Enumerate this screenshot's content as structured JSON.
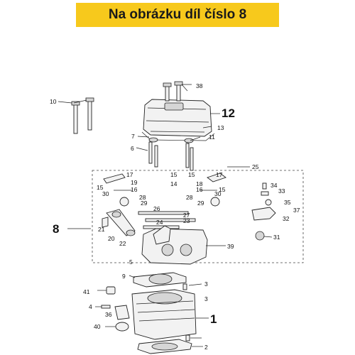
{
  "banner": {
    "text": "Na obrázku díl číslo 8",
    "color": "#f7c91c"
  },
  "highlighted_part": "8",
  "callouts": {
    "n38": "38",
    "n10": "10",
    "n12": "12",
    "n13": "13",
    "n7": "7",
    "n11": "11",
    "n6": "6",
    "n25": "25",
    "n17a": "17",
    "n15a": "15",
    "n15b": "15",
    "n17b": "17",
    "n19": "19",
    "n14": "14",
    "n18": "18",
    "n34": "34",
    "n16a": "16",
    "n16b": "16",
    "n30a": "30",
    "n30b": "30",
    "n33": "33",
    "n28a": "28",
    "n28b": "28",
    "n29a": "29",
    "n29b": "29",
    "n35": "35",
    "n26": "26",
    "n37": "37",
    "n32": "32",
    "n27": "27",
    "n23": "23",
    "n8": "8",
    "n21": "21",
    "n24": "24",
    "n31": "31",
    "n20": "20",
    "n22": "22",
    "n39": "39",
    "n5": "5",
    "n9": "9",
    "n3a": "3",
    "n41": "41",
    "n3b": "3",
    "n4": "4",
    "n36": "36",
    "n1": "1",
    "n40": "40",
    "n2": "2"
  }
}
